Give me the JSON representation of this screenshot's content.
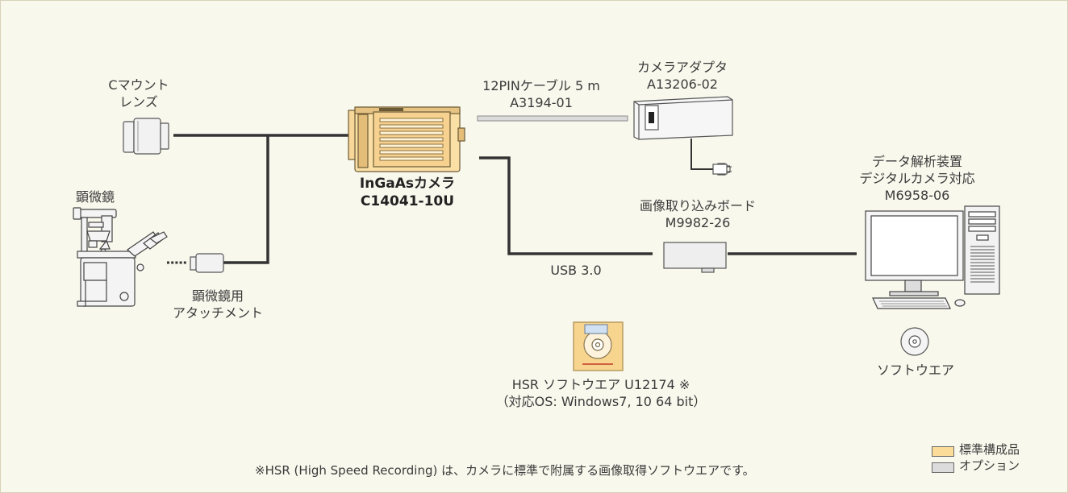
{
  "labels": {
    "cmount_lens": [
      "Cマウント",
      "レンズ"
    ],
    "microscope": "顕微鏡",
    "microscope_attachment": [
      "顕微鏡用",
      "アタッチメント"
    ],
    "camera": [
      "InGaAsカメラ",
      "C14041-10U"
    ],
    "cable": [
      "12PINケーブル 5 m",
      "A3194-01"
    ],
    "adapter": [
      "カメラアダプタ",
      "A13206-02"
    ],
    "capture_board": [
      "画像取り込みボード",
      "M9982-26"
    ],
    "usb": "USB 3.0",
    "analysis_pc": [
      "データ解析装置",
      "デジタルカメラ対応",
      "M6958-06"
    ],
    "software_pc": "ソフトウエア",
    "hsr_software": [
      "HSR ソフトウエア U12174 ※",
      "（対応OS: Windows7, 10  64 bit）"
    ],
    "footnote": "※HSR (High Speed Recording) は、カメラに標準で附属する画像取得ソフトウエアです。"
  },
  "legend": [
    {
      "label": "標準構成品",
      "color": "#fbdc98"
    },
    {
      "label": "オプション",
      "color": "#dcdcdc"
    }
  ],
  "colors": {
    "standard": "#fbdc98",
    "option": "#dcdcdc",
    "line": "#333333"
  }
}
